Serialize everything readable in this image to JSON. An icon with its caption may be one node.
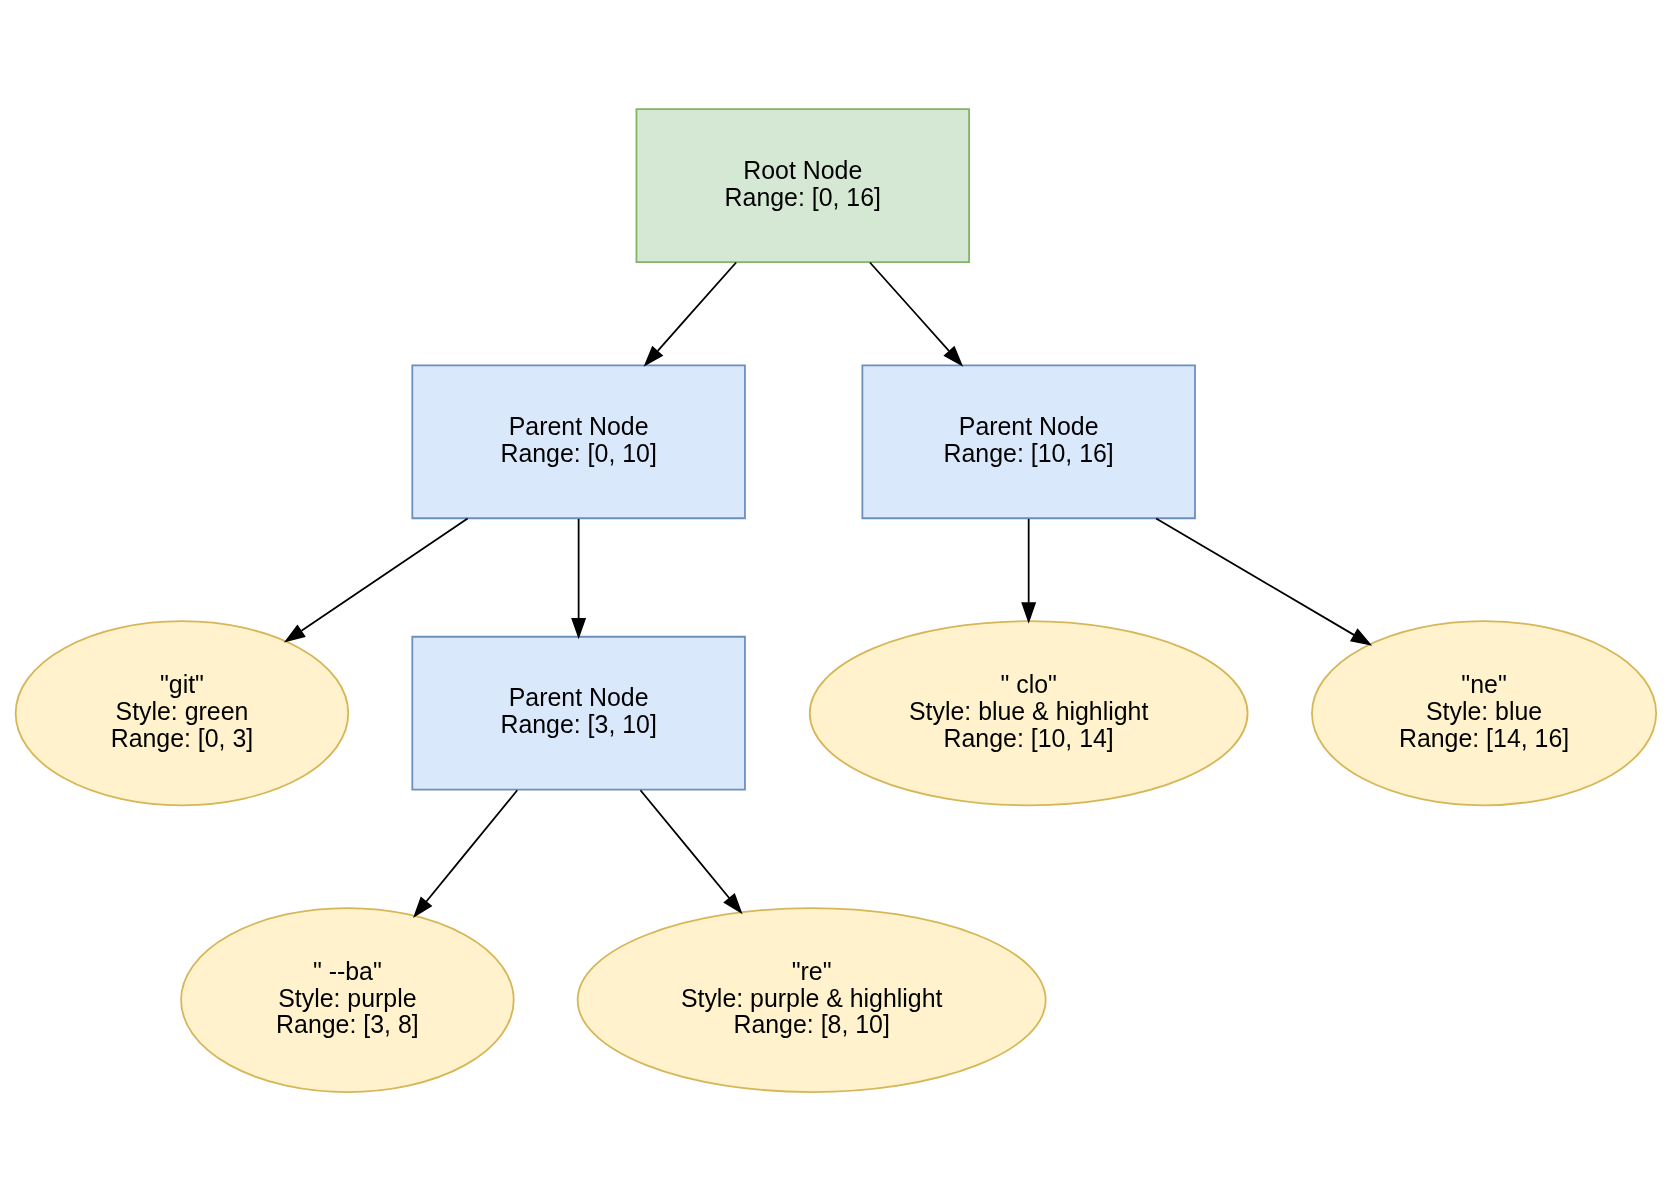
{
  "diagram": {
    "nodes": [
      {
        "text": [
          "Root Node",
          "Range: [0, 16]"
        ]
      },
      {
        "text": [
          "Parent Node",
          "Range: [0, 10]"
        ]
      },
      {
        "text": [
          "Parent Node",
          "Range: [10, 16]"
        ]
      },
      {
        "text": [
          "\"git\"",
          "Style: green",
          "Range: [0, 3]"
        ]
      },
      {
        "text": [
          "Parent Node",
          "Range: [3, 10]"
        ]
      },
      {
        "text": [
          "\" clo\"",
          "Style: blue & highlight",
          "Range: [10, 14]"
        ]
      },
      {
        "text": [
          "\"ne\"",
          "Style: blue",
          "Range: [14, 16]"
        ]
      },
      {
        "text": [
          "\" --ba\"",
          "Style: purple",
          "Range: [3, 8]"
        ]
      },
      {
        "text": [
          "\"re\"",
          "Style: purple & highlight",
          "Range: [8, 10]"
        ]
      }
    ],
    "edges": [
      {
        "from": 0,
        "to": 1,
        "arrow": "to"
      },
      {
        "from": 0,
        "to": 2,
        "arrow": "to"
      },
      {
        "from": 1,
        "to": 3,
        "arrow": "to"
      },
      {
        "from": 1,
        "to": 4,
        "arrow": "to"
      },
      {
        "from": 2,
        "to": 5,
        "arrow": "to"
      },
      {
        "from": 2,
        "to": 6,
        "arrow": "to"
      },
      {
        "from": 4,
        "to": 7,
        "arrow": "to"
      },
      {
        "from": 4,
        "to": 8,
        "arrow": "to"
      }
    ]
  }
}
